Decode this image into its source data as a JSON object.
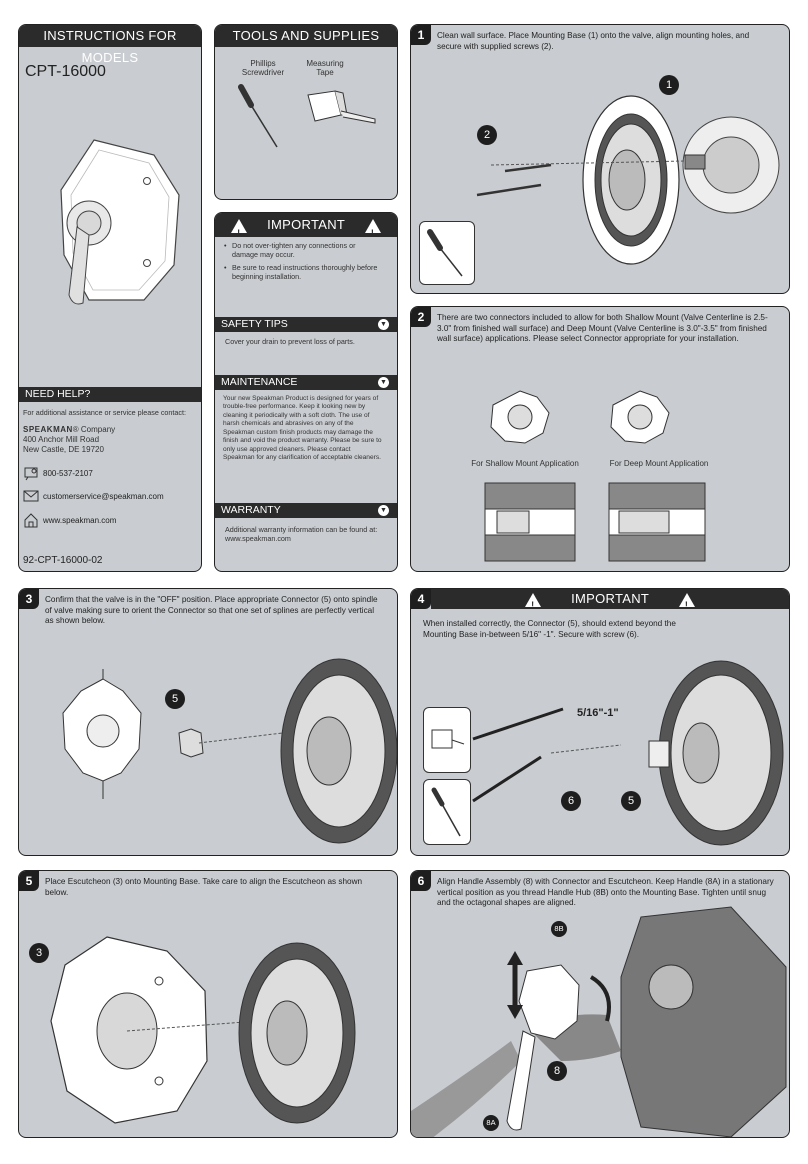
{
  "instructions": {
    "header": "INSTRUCTIONS FOR MODELS",
    "model": "CPT-16000",
    "need_help": "NEED HELP?",
    "help_text": "For additional assistance or service please contact:",
    "brand": "SPEAKMAN",
    "brand_suffix": "® Company",
    "address1": "400 Anchor Mill Road",
    "address2": "New Castle, DE 19720",
    "phone": "800-537-2107",
    "email": "customerservice@speakman.com",
    "web": "www.speakman.com",
    "doc_number": "92-CPT-16000-02"
  },
  "tools": {
    "header": "TOOLS AND SUPPLIES",
    "tool1": "Phillips Screwdriver",
    "tool2": "Measuring Tape"
  },
  "important_panel": {
    "header": "IMPORTANT",
    "bullets": [
      "Do not over-tighten any connections or damage may occur.",
      "Be sure to read instructions thoroughly before beginning installation."
    ],
    "safety_title": "SAFETY TIPS",
    "safety_text": "Cover your drain to prevent loss of parts.",
    "maintenance_title": "MAINTENANCE",
    "maintenance_text": "Your new Speakman Product is designed for years of trouble-free performance. Keep it looking new by cleaning it periodically with a soft cloth. The use of harsh chemicals and abrasives on any of the Speakman custom finish products may damage the finish and void the product warranty. Please be sure to only use approved cleaners. Please contact Speakman for any clarification of acceptable cleaners.",
    "warranty_title": "WARRANTY",
    "warranty_text": "Additional warranty information can be found at: www.speakman.com"
  },
  "steps": {
    "s1": {
      "num": "1",
      "text": "Clean wall surface. Place Mounting Base (1) onto the valve, align mounting holes, and secure with supplied screws (2).",
      "c1": "1",
      "c2": "2"
    },
    "s2": {
      "num": "2",
      "text": "There are two connectors included to allow for both Shallow Mount (Valve Centerline is 2.5-3.0\" from finished wall surface) and Deep Mount (Valve Centerline is 3.0\"-3.5\" from finished wall surface) applications. Please select Connector appropriate for your installation.",
      "shallow": "For Shallow Mount Application",
      "deep": "For Deep Mount Application"
    },
    "s3": {
      "num": "3",
      "text": "Confirm that the valve is in the \"OFF\" position. Place appropriate Connector (5) onto spindle of valve making sure to orient the Connector so that one set of splines are perfectly vertical as shown below.",
      "c5": "5"
    },
    "s4": {
      "num": "4",
      "header": "IMPORTANT",
      "text": "When installed correctly, the Connector (5), should extend beyond the Mounting Base in-between 5/16\" -1\". Secure with screw (6).",
      "measure": "5/16\"-1\"",
      "c6": "6",
      "c5": "5"
    },
    "s5": {
      "num": "5",
      "text": "Place Escutcheon (3) onto Mounting Base. Take care to align the Escutcheon as shown below.",
      "c3": "3"
    },
    "s6": {
      "num": "6",
      "text": "Align Handle Assembly (8) with Connector and Escutcheon. Keep Handle (8A) in a stationary vertical position as you thread Handle Hub (8B) onto the Mounting Base. Tighten until snug and the octagonal shapes are aligned.",
      "c8": "8",
      "c8a": "8A",
      "c8b": "8B"
    }
  }
}
